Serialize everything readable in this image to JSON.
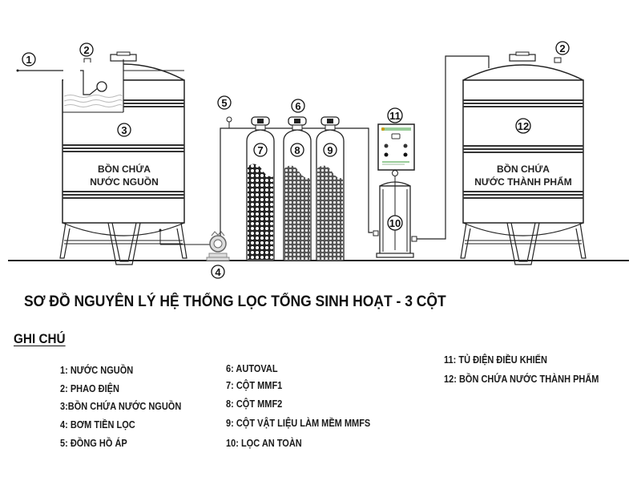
{
  "diagram": {
    "title": "SƠ ĐỒ NGUYÊN LÝ HỆ THỐNG LỌC TỔNG SINH HOẠT - 3 CỘT",
    "tank_left": {
      "label_line1": "BỒN CHỨA",
      "label_line2": "NƯỚC NGUỒN",
      "number": "3"
    },
    "tank_right": {
      "label_line1": "BỒN CHỨA",
      "label_line2": "NƯỚC THÀNH PHẨM",
      "number": "12"
    },
    "markers": {
      "m1": "1",
      "m2_left": "2",
      "m2_right": "2",
      "m4": "4",
      "m5": "5",
      "m6": "6",
      "m7": "7",
      "m8": "8",
      "m9": "9",
      "m10": "10",
      "m11": "11"
    }
  },
  "legend": {
    "title": "GHI CHÚ",
    "items": [
      "1: NƯỚC NGUỒN",
      "2: PHAO ĐIỆN",
      "3:BỒN CHỨA NƯỚC NGUỒN",
      "4: BƠM TIỀN LỌC",
      "5: ĐỒNG HỒ ÁP",
      "6: AUTOVAL",
      "7: CỘT MMF1",
      "8: CỘT MMF2",
      "9: CỘT VẬT LIỆU LÀM MỀM MMFS",
      "10: LỌC AN TOÀN",
      "11: TỦ ĐIỆN ĐIỀU KHIỂN",
      "12: BỒN CHỨA NƯỚC THÀNH PHẨM"
    ]
  }
}
